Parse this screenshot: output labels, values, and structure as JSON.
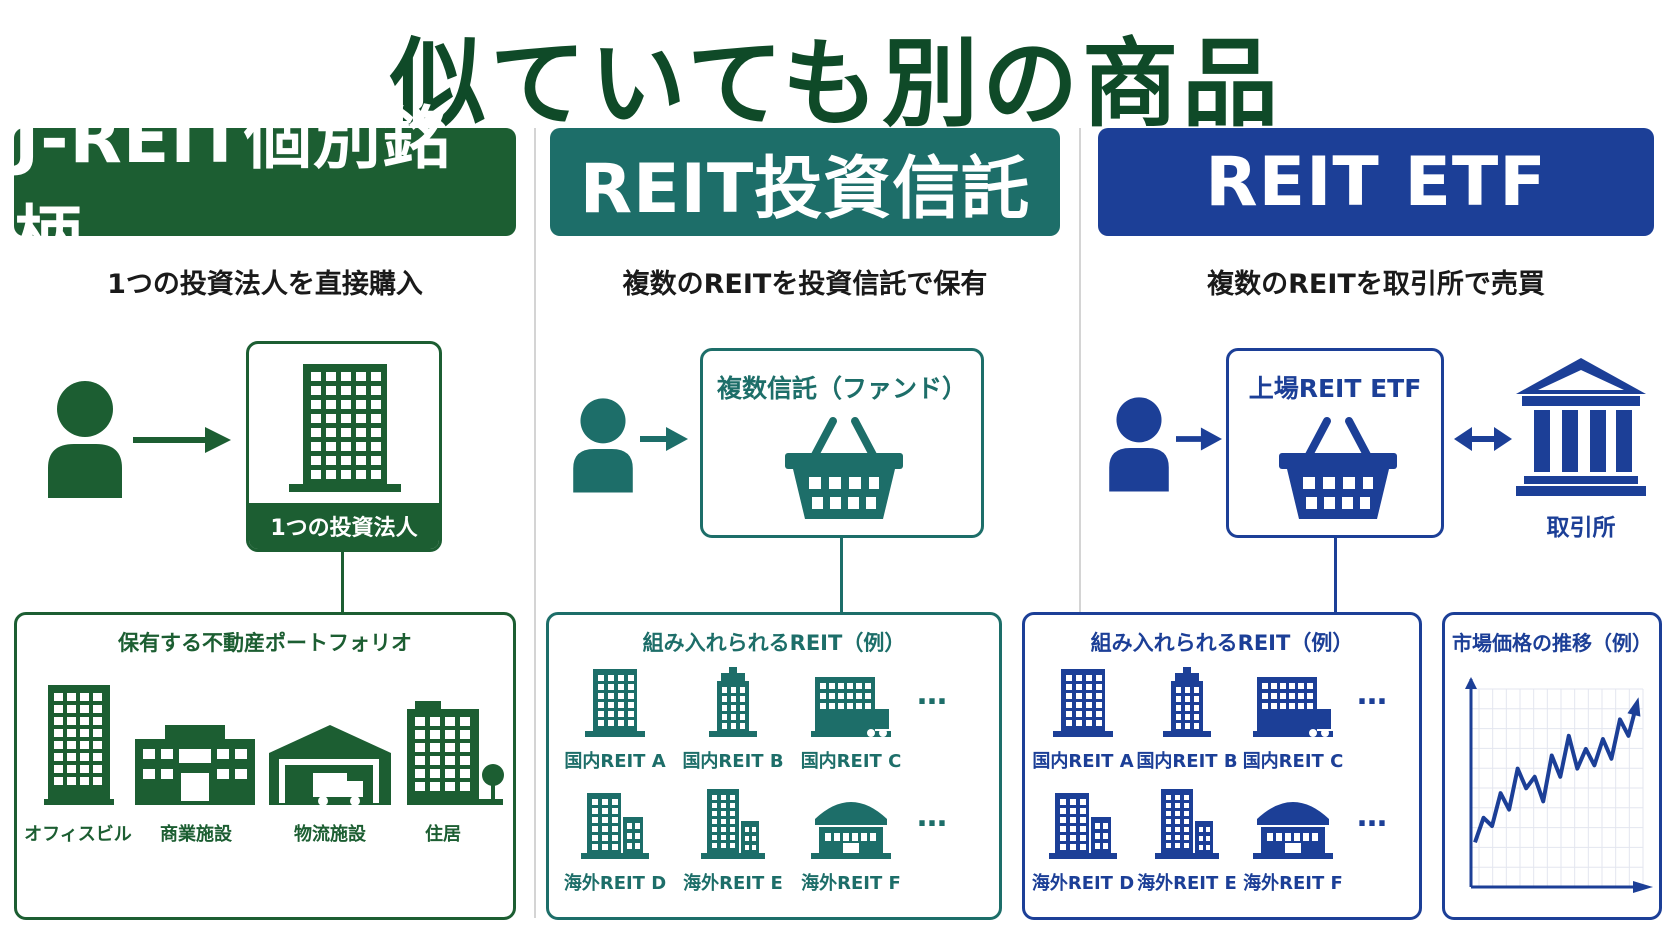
{
  "title": "似ていても別の商品",
  "colors": {
    "green": "#1c5e32",
    "teal": "#1d6e69",
    "blue": "#1c3f97",
    "title": "#0f4a28"
  },
  "columns": [
    {
      "header": "J-REIT個別銘柄",
      "subtitle": "1つの投資法人を直接購入",
      "entity_label": "1つの投資法人",
      "portfolio": {
        "title": "保有する不動産ポートフォリオ",
        "items": [
          {
            "label": "オフィスビル",
            "icon": "office-building-icon"
          },
          {
            "label": "商業施設",
            "icon": "commercial-facility-icon"
          },
          {
            "label": "物流施設",
            "icon": "logistics-warehouse-icon"
          },
          {
            "label": "住居",
            "icon": "residence-icon"
          }
        ]
      }
    },
    {
      "header": "REIT投資信託",
      "subtitle": "複数のREITを投資信託で保有",
      "fund_label": "複数信託（ファンド）",
      "reits": {
        "title": "組み入れられるREIT（例）",
        "items": [
          "国内REIT A",
          "国内REIT B",
          "国内REIT C",
          "海外REIT D",
          "海外REIT E",
          "海外REIT F"
        ],
        "more": "…"
      }
    },
    {
      "header": "REIT ETF",
      "subtitle": "複数のREITを取引所で売買",
      "etf_label": "上場REIT ETF",
      "exchange_label": "取引所",
      "reits": {
        "title": "組み入れられるREIT（例）",
        "items": [
          "国内REIT A",
          "国内REIT B",
          "国内REIT C",
          "海外REIT D",
          "海外REIT E",
          "海外REIT F"
        ],
        "more": "…"
      },
      "price_chart": {
        "title": "市場価格の推移（例）",
        "series": [
          0.15,
          0.3,
          0.25,
          0.45,
          0.35,
          0.6,
          0.48,
          0.55,
          0.4,
          0.68,
          0.55,
          0.8,
          0.6,
          0.72,
          0.62,
          0.78,
          0.66,
          0.9,
          0.8,
          1.0
        ]
      }
    }
  ]
}
